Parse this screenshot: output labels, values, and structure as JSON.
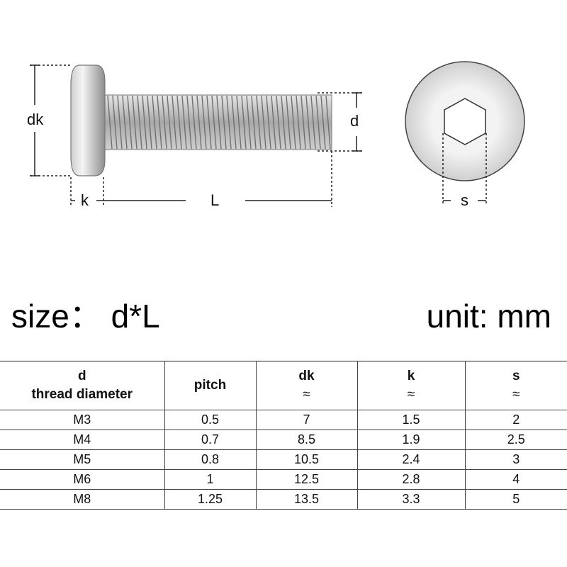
{
  "diagram": {
    "labels": {
      "dk": "dk",
      "d": "d",
      "k": "k",
      "L": "L",
      "s": "s"
    },
    "icons": [
      "screw-side-view-icon",
      "screw-head-top-view-icon",
      "hex-socket-icon"
    ],
    "line_color": "#222222"
  },
  "captions": {
    "size": "size： d*L",
    "unit": "unit: mm"
  },
  "table": {
    "headers": [
      {
        "line1": "d",
        "line2": "thread diameter"
      },
      {
        "line1": "pitch",
        "line2": ""
      },
      {
        "line1": "dk",
        "line2": "≈"
      },
      {
        "line1": "k",
        "line2": "≈"
      },
      {
        "line1": "s",
        "line2": "≈"
      }
    ],
    "rows": [
      [
        "M3",
        "0.5",
        "7",
        "1.5",
        "2"
      ],
      [
        "M4",
        "0.7",
        "8.5",
        "1.9",
        "2.5"
      ],
      [
        "M5",
        "0.8",
        "10.5",
        "2.4",
        "3"
      ],
      [
        "M6",
        "1",
        "12.5",
        "2.8",
        "4"
      ],
      [
        "M8",
        "1.25",
        "13.5",
        "3.3",
        "5"
      ]
    ]
  }
}
